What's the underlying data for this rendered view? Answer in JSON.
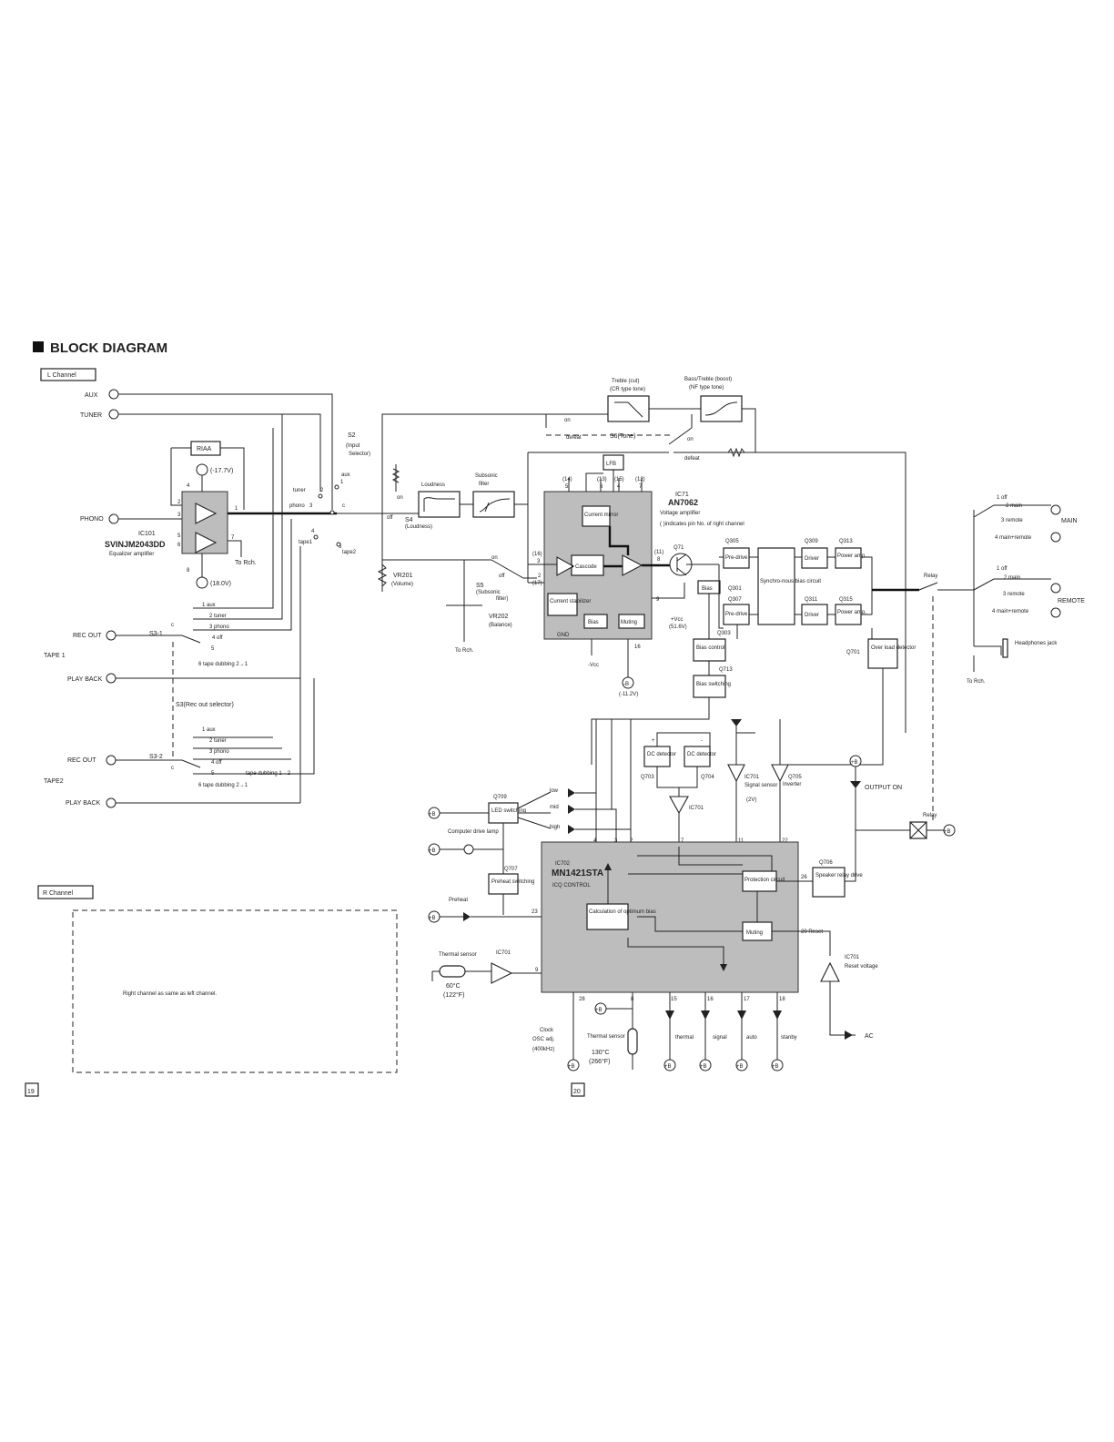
{
  "title": "BLOCK DIAGRAM",
  "page_numbers": [
    "19",
    "20"
  ],
  "channels": {
    "left": "L Channel",
    "right": "R Channel"
  },
  "right_channel_note": "Right channel as same as left channel.",
  "inputs": [
    "AUX",
    "TUNER",
    "PHONO",
    "REC OUT",
    "PLAY BACK",
    "REC OUT",
    "PLAY BACK"
  ],
  "tape_labels": [
    "TAPE 1",
    "TAPE2"
  ],
  "equalizer": {
    "riaa": "RIAA",
    "ic": "IC101",
    "part": "SVINJM2043DD",
    "desc": "Equalizer amplifier",
    "neg": "(-17.7V)",
    "pos": "(18.0V)",
    "to_rch": "To Rch.",
    "neg_sym": "-B",
    "pos_sym": "+B",
    "pins": [
      "4",
      "3",
      "2",
      "5",
      "6",
      "1",
      "7",
      "8"
    ]
  },
  "selector": {
    "name": "S2",
    "desc1": "(Input",
    "desc2": "Selector)",
    "positions": [
      "tuner",
      "aux",
      "phono",
      "tape1",
      "tape2",
      "c",
      "2",
      "1",
      "3",
      "4",
      "5"
    ]
  },
  "tone": {
    "treble": "Treble (cut)",
    "treble_sub": "(CR type tone)",
    "bass": "Bass/Treble (boost)",
    "bass_sub": "(NF type tone)",
    "s6": "S6(Tone)",
    "on": "on",
    "defeat": "defeat"
  },
  "loudness": {
    "label": "Loudness",
    "switch": "S4",
    "switch_desc": "(Loudness)",
    "on": "on",
    "off": "off"
  },
  "subsonic": {
    "label1": "Subsonic",
    "label2": "filter",
    "switch": "S5",
    "switch_desc1": "(Subsonic",
    "switch_desc2": "filter)",
    "on": "on",
    "off": "off"
  },
  "volume": {
    "name": "VR201",
    "desc": "(Volume)"
  },
  "balance": {
    "name": "VR202",
    "desc": "(Balance)",
    "to_rch": "To Rch."
  },
  "ic71": {
    "name": "IC71",
    "part": "AN7062",
    "desc": "Voltage amplifier",
    "note": "(   )indicates pin No. of right channel",
    "lfb": "LFB",
    "current_mirror": "Current mirror",
    "cascode": "Cascode",
    "current_stabilizer": "Current stabilizer",
    "bias": "Bias",
    "muting": "Muting",
    "gnd": "GND",
    "vcc": "+Vcc",
    "vcc_val": "(51.6V)",
    "neg_vcc": "-Vcc",
    "neg_b": "-B",
    "neg_b_val": "(-11.2V)",
    "pins": [
      "(14)",
      "5",
      "(13)",
      "6",
      "(15)",
      "4",
      "(12)",
      "7",
      "(16)",
      "3",
      "2",
      "(17)",
      "(11)",
      "8",
      "9",
      "16"
    ]
  },
  "tape_selector": {
    "s3_1": "S3-1",
    "s3_2": "S3-2",
    "name": "S3(Rec out selector)",
    "positions_1": [
      "1 aux",
      "2 tuner",
      "3 phono",
      "4 off",
      "5",
      "6 tape dubbing 2→1"
    ],
    "positions_2": [
      "1 aux",
      "2 tuner",
      "3 phono",
      "4 off",
      "5",
      "6 tape dubbing 2→1"
    ],
    "dub_12": "tape dubbing 1→2",
    "c": "c"
  },
  "power_stage": {
    "q71": "Q71",
    "q305": "Q305",
    "predrive": "Pre-drive",
    "q301": "Q301",
    "q307": "Q307",
    "bias": "Bias",
    "q303": "Q303",
    "bias_control": "Bias control",
    "q713": "Q713",
    "bias_switching": "Bias switching",
    "sync": "Synchro-nous bias circuit",
    "q309": "Q309",
    "q311": "Q311",
    "driver": "Driver",
    "q313": "Q313",
    "q315": "Q315",
    "power_amp": "Power amp.",
    "q701": "Q701",
    "over_load": "Over load detector"
  },
  "outputs": {
    "relay": "Relay",
    "main": "MAIN",
    "remote": "REMOTE",
    "main_positions": [
      "1 off",
      "2 main",
      "3 remote",
      "4 main+remote"
    ],
    "remote_positions": [
      "1 off",
      "2 main",
      "3 remote",
      "4 main+remote"
    ],
    "headphones": "Headphones jack",
    "to_rch": "To Rch."
  },
  "protection": {
    "dc_detector": "DC detector",
    "q703": "Q703",
    "q704": "Q704",
    "ic701_signal": "IC701",
    "signal_sensor": "Signal sensor",
    "signal_val": "(2V)",
    "q705": "Q705",
    "inverter": "Inverter",
    "ic701": "IC701",
    "output_on": "OUTPUT ON",
    "relay": "Relay",
    "q706": "Q706",
    "speaker_relay": "Speaker relay drive",
    "plus": "+",
    "minus": "-"
  },
  "ic702": {
    "name": "IC702",
    "part": "MN1421STA",
    "desc": "ICQ CONTROL",
    "calc": "Calculation of optimum bias",
    "protection": "Protection circuit",
    "muting": "Muting",
    "pins": [
      "4",
      "3",
      "2",
      "7",
      "11",
      "22",
      "26",
      "23",
      "9",
      "28",
      "8",
      "15",
      "16",
      "17",
      "18"
    ],
    "reset_pin": "20 Reset"
  },
  "ic702_io": {
    "q709": "Q709",
    "led_switching": "LED switching",
    "low": "low",
    "mid": "mid",
    "high": "high",
    "computer_lamp": "Computer drive lamp",
    "q707": "Q707",
    "preheat_switching": "Preheat switching",
    "preheat": "Preheat",
    "thermal_sensor": "Thermal sensor",
    "thermal_temp": "60°C",
    "thermal_temp_f": "(122°F)",
    "ic701": "IC701",
    "clock": "Clock",
    "osc": "OSC adj.",
    "osc_freq": "(400kHz)",
    "thermal2": "Thermal sensor",
    "thermal2_temp": "130°C",
    "thermal2_temp_f": "(266°F)",
    "leds": [
      "thermal",
      "signal",
      "auto",
      "stanby"
    ],
    "reset_ic": "IC701",
    "reset_label": "Reset voltage",
    "ac": "AC",
    "plus_b": "+B"
  }
}
